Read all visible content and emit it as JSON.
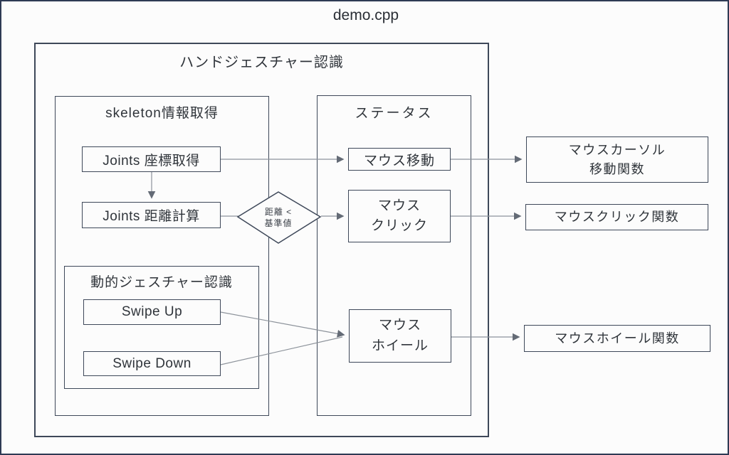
{
  "title": "demo.cpp",
  "colors": {
    "frame_border": "#2e3a54",
    "box_border": "#3e4859",
    "arrow_line": "#8d939b",
    "arrow_head": "#646b76",
    "text": "#2f343a",
    "background": "#fcfcfc"
  },
  "main": {
    "label": "ハンドジェスチャー認識"
  },
  "skeleton": {
    "label": "skeleton情報取得",
    "joints_coord": "Joints 座標取得",
    "joints_dist": "Joints 距離計算",
    "dynamic": {
      "label": "動的ジェスチャー認識",
      "swipe_up": "Swipe Up",
      "swipe_down": "Swipe Down"
    }
  },
  "decision": {
    "text": "距離 <\n基準値"
  },
  "status": {
    "label": "ステータス",
    "mouse_move": "マウス移動",
    "mouse_click": "マウス\nクリック",
    "mouse_wheel": "マウス\nホイール"
  },
  "functions": {
    "cursor_move": "マウスカーソル\n移動関数",
    "click": "マウスクリック関数",
    "wheel": "マウスホイール関数"
  }
}
